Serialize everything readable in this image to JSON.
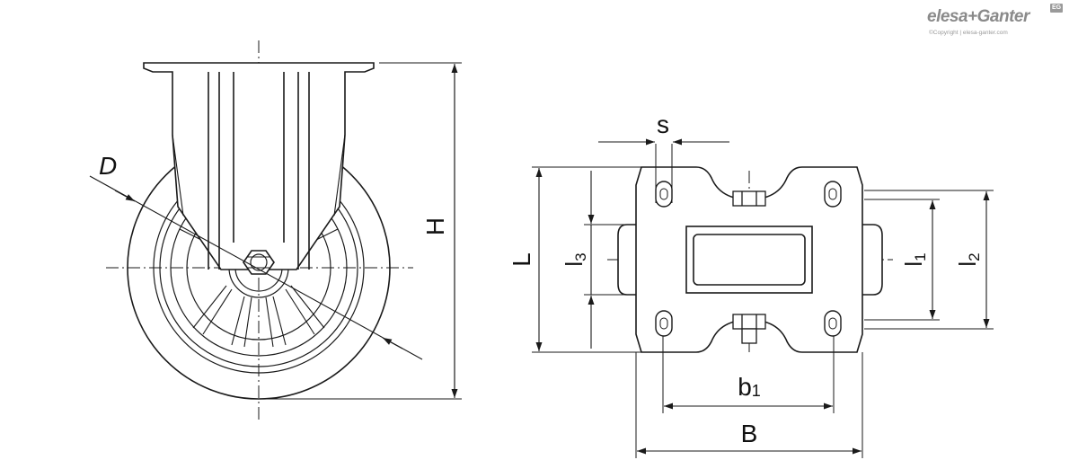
{
  "labels": {
    "D": "D",
    "H": "H",
    "S": "s",
    "L": "L",
    "l3_main": "l",
    "l3_sub": "3",
    "l1_main": "l",
    "l1_sub": "1",
    "l2_main": "l",
    "l2_sub": "2",
    "b1_main": "b",
    "b1_sub": "1",
    "B": "B"
  },
  "brand": {
    "name": "elesa+Ganter",
    "badge": "EG",
    "copyright": "©Copyright | elesa-ganter.com"
  },
  "colors": {
    "line": "#1a1a1a",
    "brand": "#8a8a8a"
  }
}
